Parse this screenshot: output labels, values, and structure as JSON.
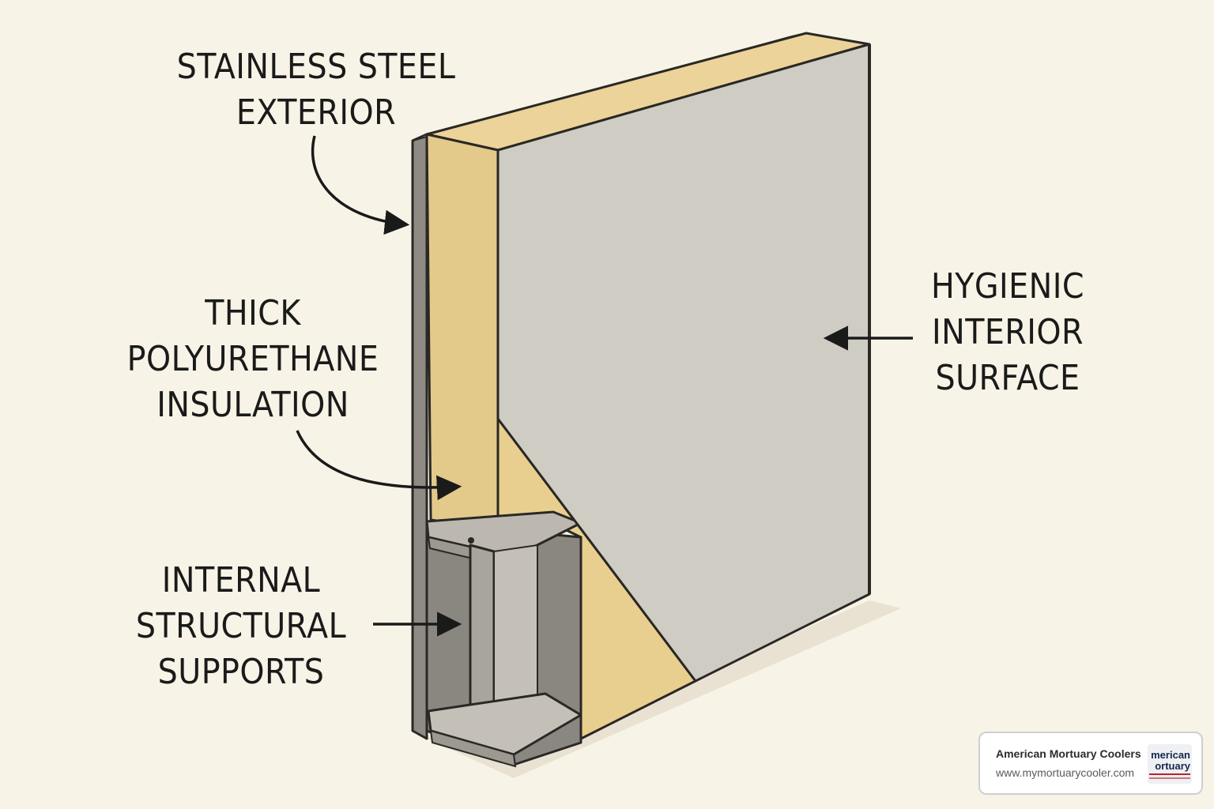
{
  "labels": {
    "exterior": [
      "STAINLESS STEEL",
      "EXTERIOR"
    ],
    "insulation": [
      "THICK",
      "POLYURETHANE",
      "INSULATION"
    ],
    "supports": [
      "INTERNAL",
      "STRUCTURAL",
      "SUPPORTS"
    ],
    "interior": [
      "HYGIENIC",
      "INTERIOR",
      "SURFACE"
    ]
  },
  "badge": {
    "company": "American Mortuary Coolers",
    "url": "www.mymortuarycooler.com",
    "logo_line1": "merican",
    "logo_line2": "ortuary"
  },
  "colors": {
    "background": "#f8f3e7",
    "insulation": "#e3c98a",
    "steel": "#9c9890",
    "interior_surface": "#cfccc3",
    "outline": "#2a2825"
  }
}
